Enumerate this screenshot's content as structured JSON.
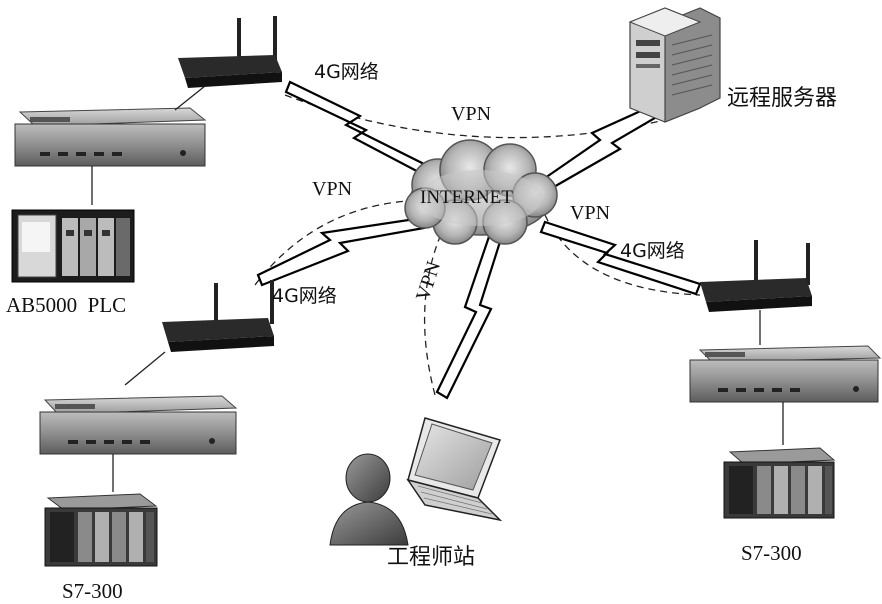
{
  "labels": {
    "remote_server": "远程服务器",
    "internet": "INTERNET",
    "vpn_top": "VPN",
    "vpn_left": "VPN",
    "vpn_right": "VPN",
    "vpn_bottom": "VPN",
    "net_4g_top": "4G网络",
    "net_4g_left": "4G网络",
    "net_4g_right": "4G网络",
    "plc_ab": "AB5000  PLC",
    "plc_s7_left": "S7-300",
    "plc_s7_right": "S7-300",
    "engineer_station": "工程师站"
  },
  "colors": {
    "device_dark": "#2a2a2a",
    "device_panel": "#8a8a8a",
    "line": "#111111",
    "cloud": "#9a9a9a"
  }
}
